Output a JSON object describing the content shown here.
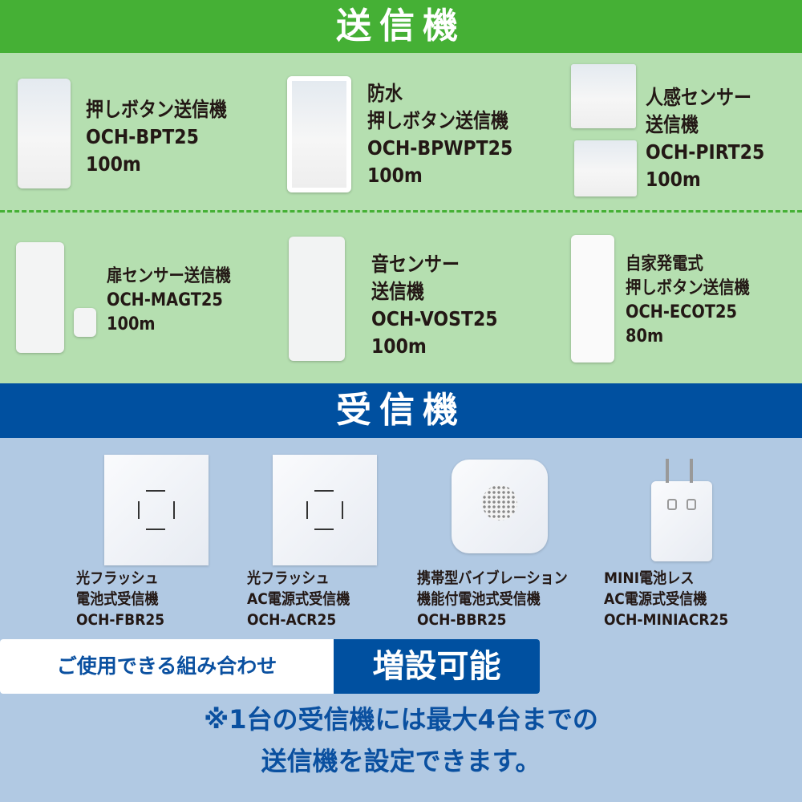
{
  "transmitters": {
    "heading": "送信機",
    "items": [
      {
        "lines": [
          "押しボタン送信機",
          "OCH-BPT25",
          "100m"
        ]
      },
      {
        "lines": [
          "防水",
          "押しボタン送信機",
          "OCH-BPWPT25",
          "100m"
        ]
      },
      {
        "lines": [
          "人感センサー",
          "送信機",
          "OCH-PIRT25",
          "100m"
        ]
      },
      {
        "lines": [
          "扉センサー送信機",
          "OCH-MAGT25",
          "100m"
        ]
      },
      {
        "lines": [
          "音センサー",
          "送信機",
          "OCH-VOST25",
          "100m"
        ]
      },
      {
        "lines": [
          "自家発電式",
          "押しボタン送信機",
          "OCH-ECOT25",
          "80m"
        ]
      }
    ]
  },
  "receivers": {
    "heading": "受信機",
    "items": [
      {
        "lines": [
          "光フラッシュ",
          "電池式受信機",
          "OCH-FBR25"
        ]
      },
      {
        "lines": [
          "光フラッシュ",
          "AC電源式受信機",
          "OCH-ACR25"
        ]
      },
      {
        "lines": [
          "携帯型バイブレーション",
          "機能付電池式受信機",
          "OCH-BBR25"
        ]
      },
      {
        "lines": [
          "MINI電池レス",
          "AC電源式受信機",
          "OCH-MINIACR25"
        ]
      }
    ]
  },
  "combo": {
    "label": "ご使用できる組み合わせ",
    "value": "増設可能"
  },
  "note": [
    "※1台の受信機には最大4台までの",
    "送信機を設定できます。"
  ],
  "colors": {
    "green": "#45b035",
    "light_green": "#b5dfb0",
    "blue": "#0050a0",
    "light_blue": "#b1c9e3"
  }
}
